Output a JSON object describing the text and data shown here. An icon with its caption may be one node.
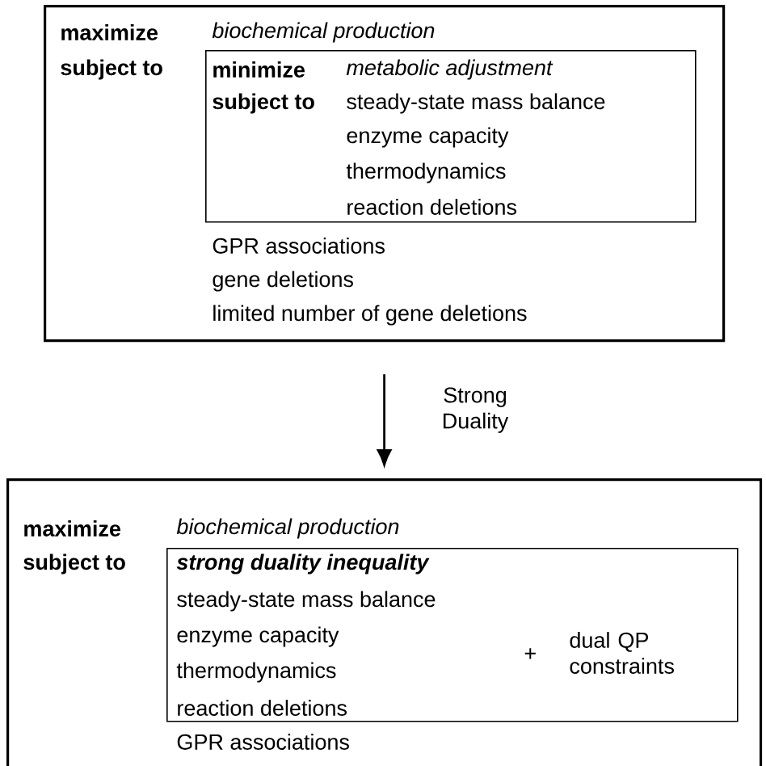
{
  "diagram": {
    "nodes": [
      {
        "text": [
          "maximize",
          "biochemical production",
          "subject to",
          "GPR associations",
          "gene deletions",
          "limited number of gene deletions"
        ]
      },
      {
        "text": [
          "minimize",
          "metabolic adjustment",
          "subject to",
          "steady-state mass balance",
          "enzyme capacity",
          "thermodynamics",
          "reaction deletions"
        ],
        "in": 0
      },
      {
        "text": [
          "maximize",
          "biochemical production",
          "subject to",
          "GPR associations"
        ]
      },
      {
        "text": [
          "strong duality inequality",
          "steady-state mass balance",
          "enzyme capacity",
          "thermodynamics",
          "reaction deletions",
          "+",
          "dual QP constraints"
        ],
        "in": 2
      }
    ],
    "edges": [
      {
        "from": 0,
        "to": 2,
        "arrow": "to",
        "label": "Strong Duality"
      }
    ]
  }
}
